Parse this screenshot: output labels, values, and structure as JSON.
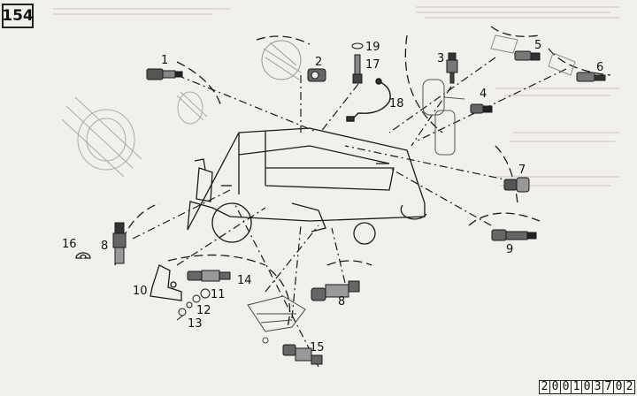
{
  "page_number": "154",
  "callouts": {
    "c1": "1",
    "c2": "2",
    "c3": "3",
    "c4": "4",
    "c5": "5",
    "c6": "6",
    "c7": "7",
    "c8a": "8",
    "c8b": "8",
    "c9": "9",
    "c10": "10",
    "c11": "11",
    "c12": "12",
    "c13": "13",
    "c14": "14",
    "c15": "15",
    "c16": "16",
    "c17": "17",
    "c18": "18",
    "c19": "19"
  },
  "reference_code": [
    "2",
    "0",
    "0",
    "1",
    "0",
    "3",
    "7",
    "0",
    "2"
  ],
  "colors": {
    "ink": "#1a1a1a",
    "paper": "#f2f0ec",
    "ghost": "#cfcac2"
  }
}
